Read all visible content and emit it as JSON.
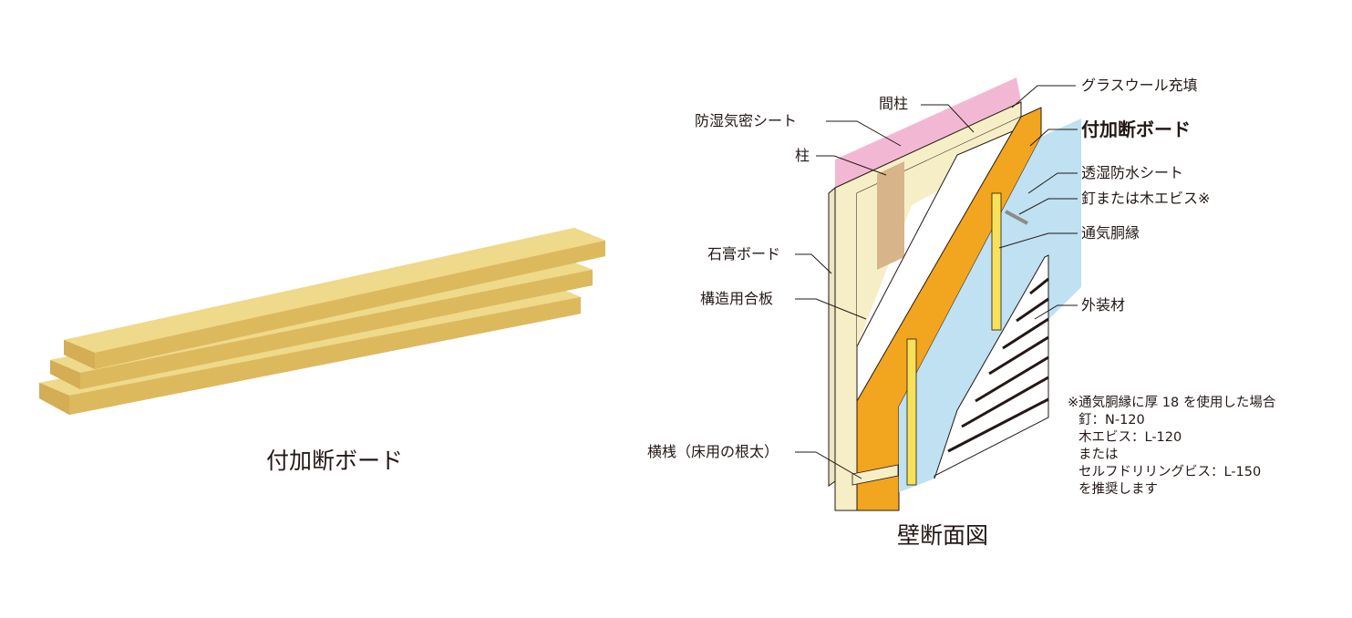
{
  "product_caption": "付加断ボード",
  "diagram_caption": "壁断面図",
  "labels": {
    "glasswool": "グラスウール充填",
    "mabashira": "間柱",
    "boshitsu": "防湿気密シート",
    "fuka": "付加断ボード",
    "hashira": "柱",
    "toshitsu": "透湿防水シート",
    "kugi": "釘または木エビス※",
    "tsuki": "通気胴縁",
    "sekko": "石膏ボード",
    "kozo": "構造用合板",
    "gaiso": "外装材",
    "yokosan": "横桟（床用の根太）"
  },
  "note_lines": [
    "※通気胴縁に厚 18 を使用した場合",
    "釘：N-120",
    "木エビス：L-120",
    "または",
    "セルフドリリングビス：L-150",
    "を推奨します"
  ],
  "colors": {
    "board_top": "#efd98a",
    "board_front": "#ddb95e",
    "board_shadow": "#c9a24a",
    "gypsum": "#ece6c4",
    "wood": "#f6eec7",
    "pillar": "#d8b48a",
    "pink_sheet": "#f2b8d3",
    "insulation_orange": "#f2a51e",
    "blue_sheet": "#bfe1f1",
    "batten": "#f7e15a",
    "siding": "#ffffff",
    "line": "#231815"
  }
}
